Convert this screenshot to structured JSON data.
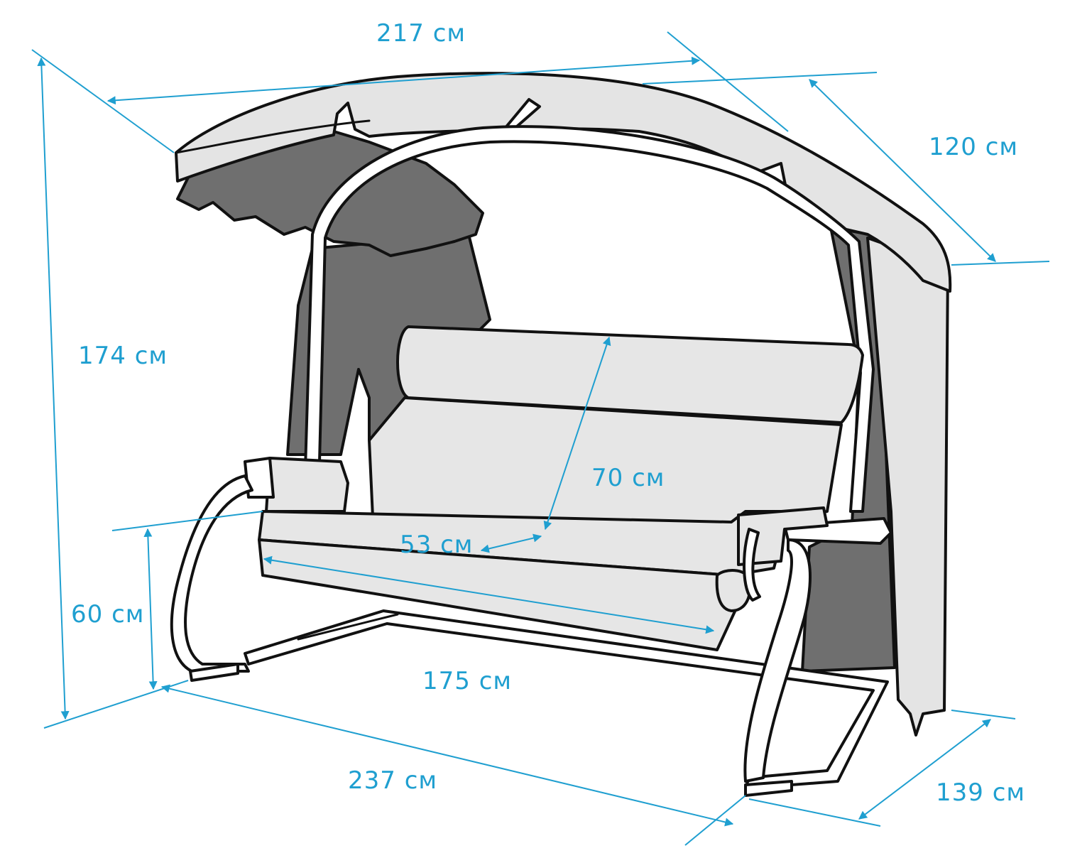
{
  "colors": {
    "dimension": "#1f9fd0",
    "canopy_top": "#e4e4e4",
    "canopy_under": "#707070",
    "side_panel": "#6f6f6f",
    "cushion": "#e6e6e6",
    "frame_tube": "#ffffff",
    "outline": "#111111"
  },
  "dimensions": {
    "canopy_width": "217 см",
    "canopy_depth": "120 см",
    "total_height": "174 см",
    "backrest_height": "70 см",
    "seat_depth": "53 см",
    "seat_width": "175 см",
    "seat_height": "60 см",
    "total_width": "237 см",
    "total_depth": "139 см"
  }
}
